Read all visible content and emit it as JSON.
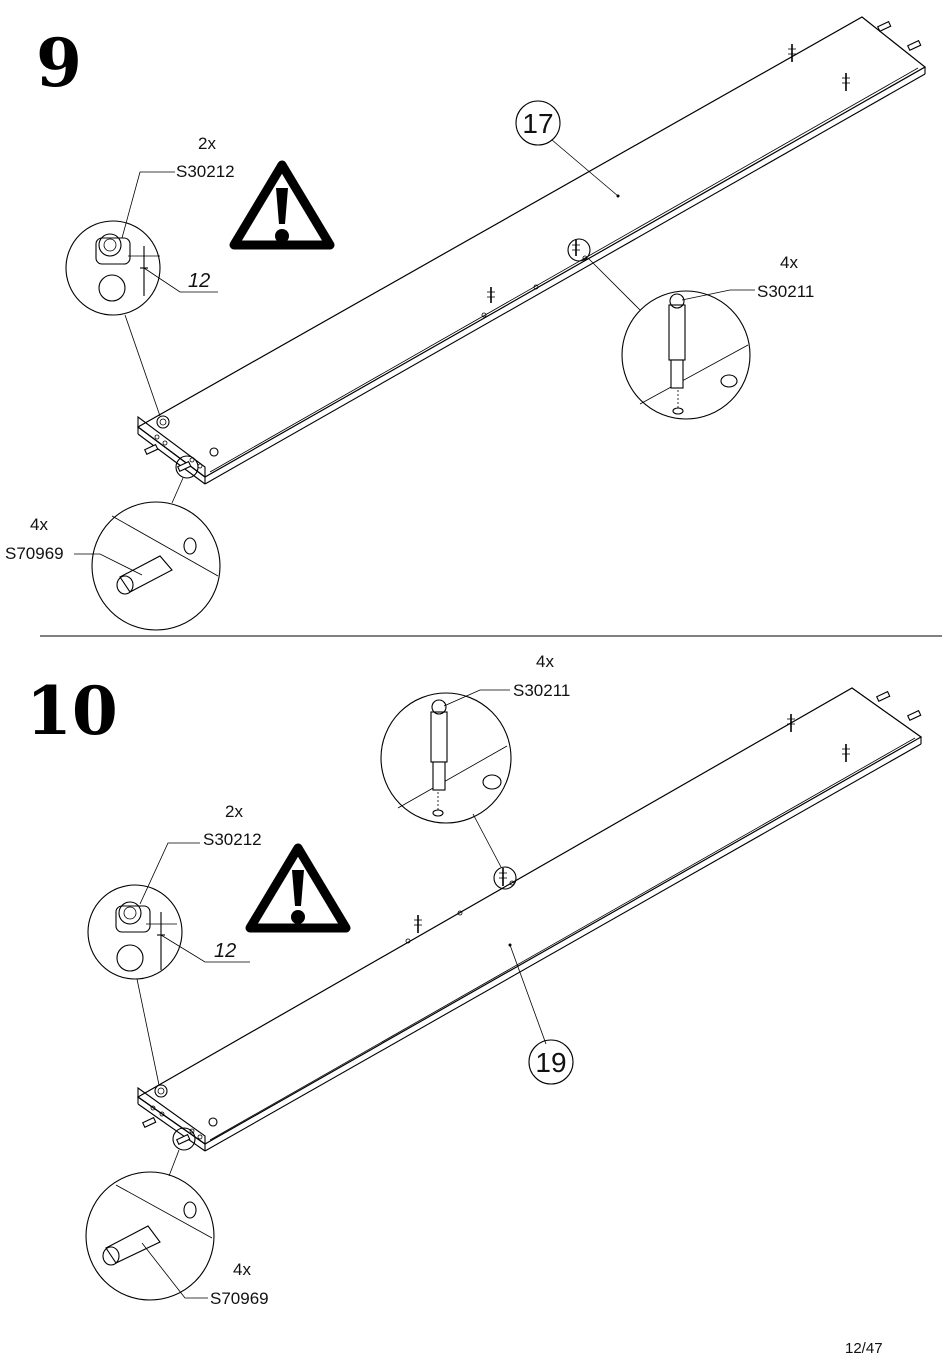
{
  "page": {
    "number": "12/47"
  },
  "steps": [
    {
      "step_number": "9",
      "panel_part": "17",
      "callouts": {
        "cam_lock": {
          "qty": "2x",
          "code": "S30212",
          "dimension": "12"
        },
        "connector_bolt": {
          "qty": "4x",
          "code": "S30211"
        },
        "dowel": {
          "qty": "4x",
          "code": "S70969"
        }
      },
      "icons": [
        "warning-icon"
      ]
    },
    {
      "step_number": "10",
      "panel_part": "19",
      "callouts": {
        "cam_lock": {
          "qty": "2x",
          "code": "S30212",
          "dimension": "12"
        },
        "connector_bolt": {
          "qty": "4x",
          "code": "S30211"
        },
        "dowel": {
          "qty": "4x",
          "code": "S70969"
        }
      },
      "icons": [
        "warning-icon"
      ]
    }
  ]
}
